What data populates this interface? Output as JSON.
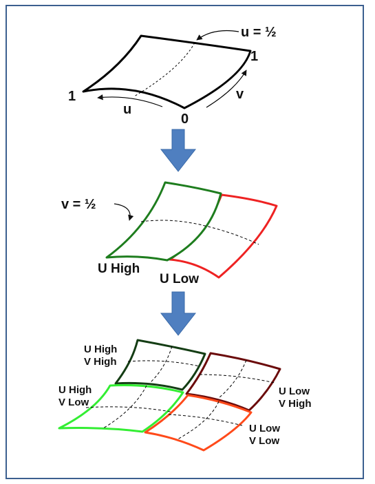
{
  "stage1": {
    "u_half_label": "u = ½",
    "corner_one_left": "1",
    "corner_one_right": "1",
    "corner_zero": "0",
    "u_label": "u",
    "v_label": "v"
  },
  "stage2": {
    "v_half_label": "v = ½",
    "u_high_label": "U High",
    "u_low_label": "U Low"
  },
  "stage3": {
    "uh_vh_line1": "U High",
    "uh_vh_line2": "V High",
    "uh_vl_line1": "U High",
    "uh_vl_line2": "V Low",
    "ul_vh_line1": "U Low",
    "ul_vh_line2": "V High",
    "ul_vl_line1": "U Low",
    "ul_vl_line2": "V Low"
  },
  "colors": {
    "frame": "#3b5f8f",
    "arrow": "#4f7fc0",
    "uhigh": "#1e7d1e",
    "ulow": "#ee2222",
    "uh_vh": "#143d14",
    "uh_vl": "#33ee33",
    "ul_vh": "#6b0b0b",
    "ul_vl": "#ff4a1a"
  }
}
